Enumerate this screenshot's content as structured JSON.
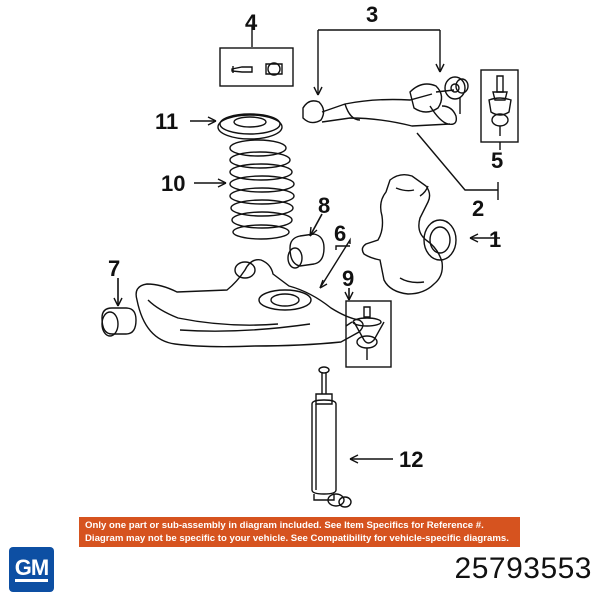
{
  "callouts": {
    "c1": "1",
    "c2": "2",
    "c3": "3",
    "c4": "4",
    "c5": "5",
    "c6": "6",
    "c7": "7",
    "c8": "8",
    "c9": "9",
    "c10": "10",
    "c11": "11",
    "c12": "12"
  },
  "disclaimer": {
    "line1": "Only one part or sub-assembly in diagram included. See Item Specifics for Reference #.",
    "line2": "Diagram may not be specific to your vehicle. See Compatibility for vehicle-specific diagrams."
  },
  "brand": {
    "logo_text": "GM",
    "logo_color": "#0d4fa3",
    "banner_color": "#d6531f"
  },
  "part_number": "25793553"
}
